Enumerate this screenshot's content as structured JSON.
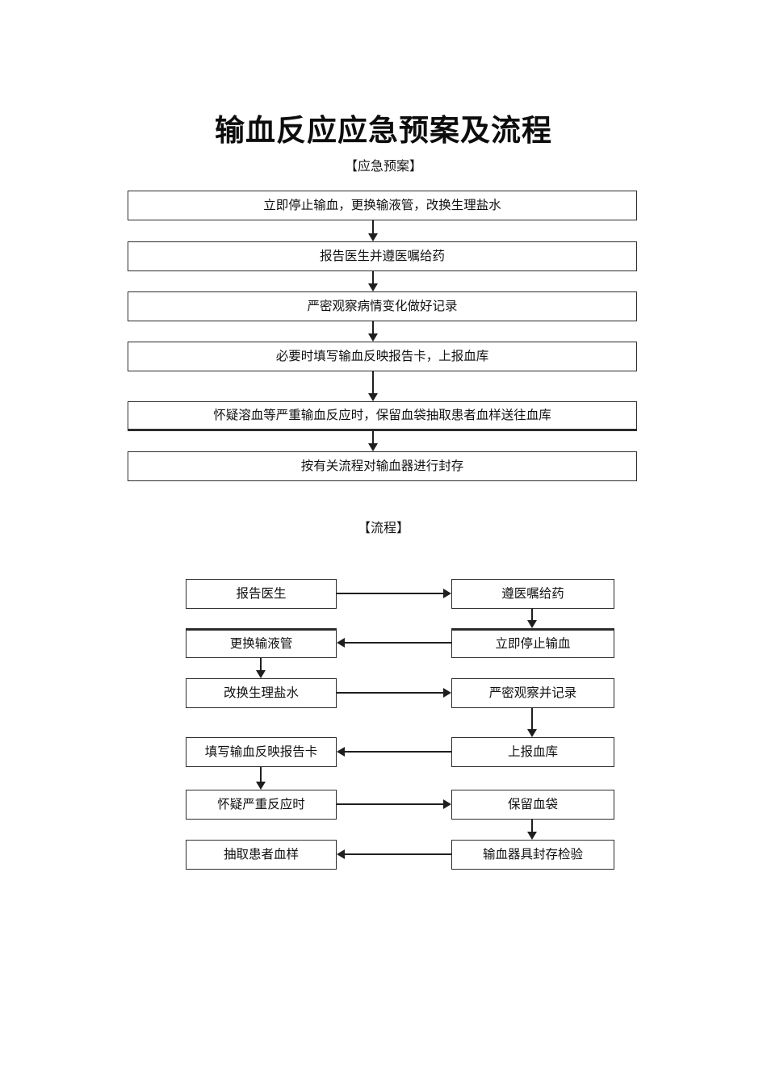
{
  "doc": {
    "title": "输血反应应急预案及流程",
    "section1_label": "【应急预案】",
    "section2_label": "【流程】"
  },
  "plan": {
    "direction": "top-down",
    "steps": [
      "立即停止输血，更换输液管，改换生理盐水",
      "报告医生并遵医嘱给药",
      "严密观察病情变化做好记录",
      "必要时填写输血反映报告卡，上报血库",
      "怀疑溶血等严重输血反应时，保留血袋抽取患者血样送往血库",
      "按有关流程对输血器进行封存"
    ]
  },
  "flow": {
    "left": [
      "报告医生",
      "更换输液管",
      "改换生理盐水",
      "填写输血反映报告卡",
      "怀疑严重反应时",
      "抽取患者血样"
    ],
    "right": [
      "遵医嘱给药",
      "立即停止输血",
      "严密观察并记录",
      "上报血库",
      "保留血袋",
      "输血器具封存检验"
    ],
    "connections": [
      {
        "from": "报告医生",
        "to": "遵医嘱给药",
        "direction": "right"
      },
      {
        "from": "遵医嘱给药",
        "to": "立即停止输血",
        "direction": "down"
      },
      {
        "from": "立即停止输血",
        "to": "更换输液管",
        "direction": "left"
      },
      {
        "from": "更换输液管",
        "to": "改换生理盐水",
        "direction": "down"
      },
      {
        "from": "改换生理盐水",
        "to": "严密观察并记录",
        "direction": "right"
      },
      {
        "from": "严密观察并记录",
        "to": "上报血库",
        "direction": "down"
      },
      {
        "from": "上报血库",
        "to": "填写输血反映报告卡",
        "direction": "left"
      },
      {
        "from": "填写输血反映报告卡",
        "to": "怀疑严重反应时",
        "direction": "down"
      },
      {
        "from": "怀疑严重反应时",
        "to": "保留血袋",
        "direction": "right"
      },
      {
        "from": "保留血袋",
        "to": "输血器具封存检验",
        "direction": "down"
      },
      {
        "from": "输血器具封存检验",
        "to": "抽取患者血样",
        "direction": "left"
      }
    ]
  },
  "colors": {
    "background": "#ffffff",
    "box_border": "#2d2d2d",
    "arrow_line": "#1f1f1f",
    "text": "#111111"
  }
}
